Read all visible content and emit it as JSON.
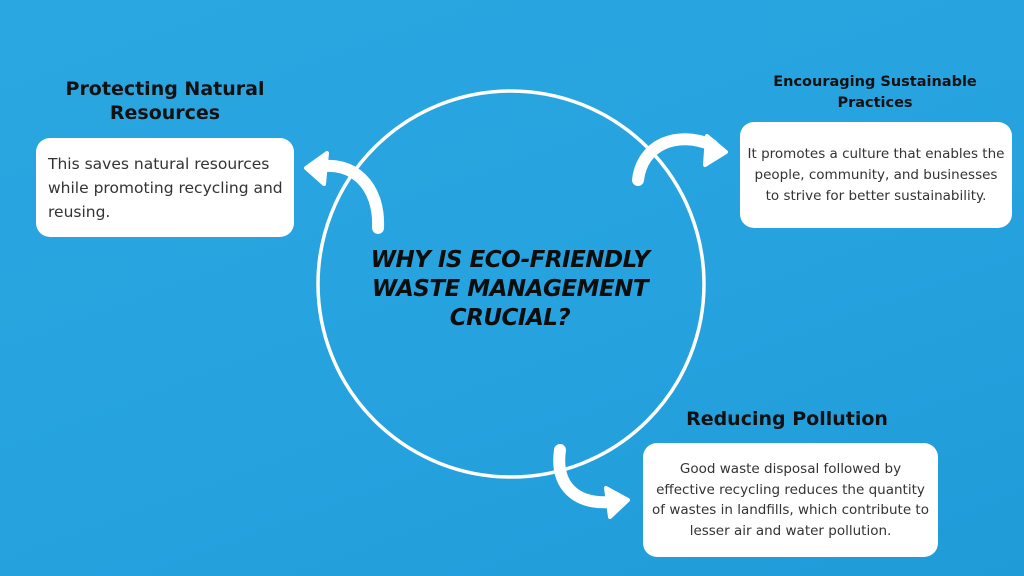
{
  "center": {
    "question": "WHY IS ECO-FRIENDLY WASTE MANAGEMENT CRUCIAL?"
  },
  "benefits": [
    {
      "title": "Protecting Natural Resources",
      "text": "This saves natural resources while promoting recycling and reusing."
    },
    {
      "title": "Encouraging Sustainable Practices",
      "text": "It promotes a culture that enables the people, community, and businesses to strive for better sustainability."
    },
    {
      "title": "Reducing Pollution",
      "text": "Good waste disposal followed by effective recycling reduces the quantity of wastes in landfills, which contribute to lesser air and water pollution."
    }
  ],
  "colors": {
    "background": "#26a3df",
    "cycle_stroke": "#ffffff",
    "card_fill": "#ffffff",
    "text_dark": "#111111"
  },
  "icons": [
    "curved-arrow-icon",
    "curved-arrow-icon",
    "curved-arrow-icon"
  ]
}
